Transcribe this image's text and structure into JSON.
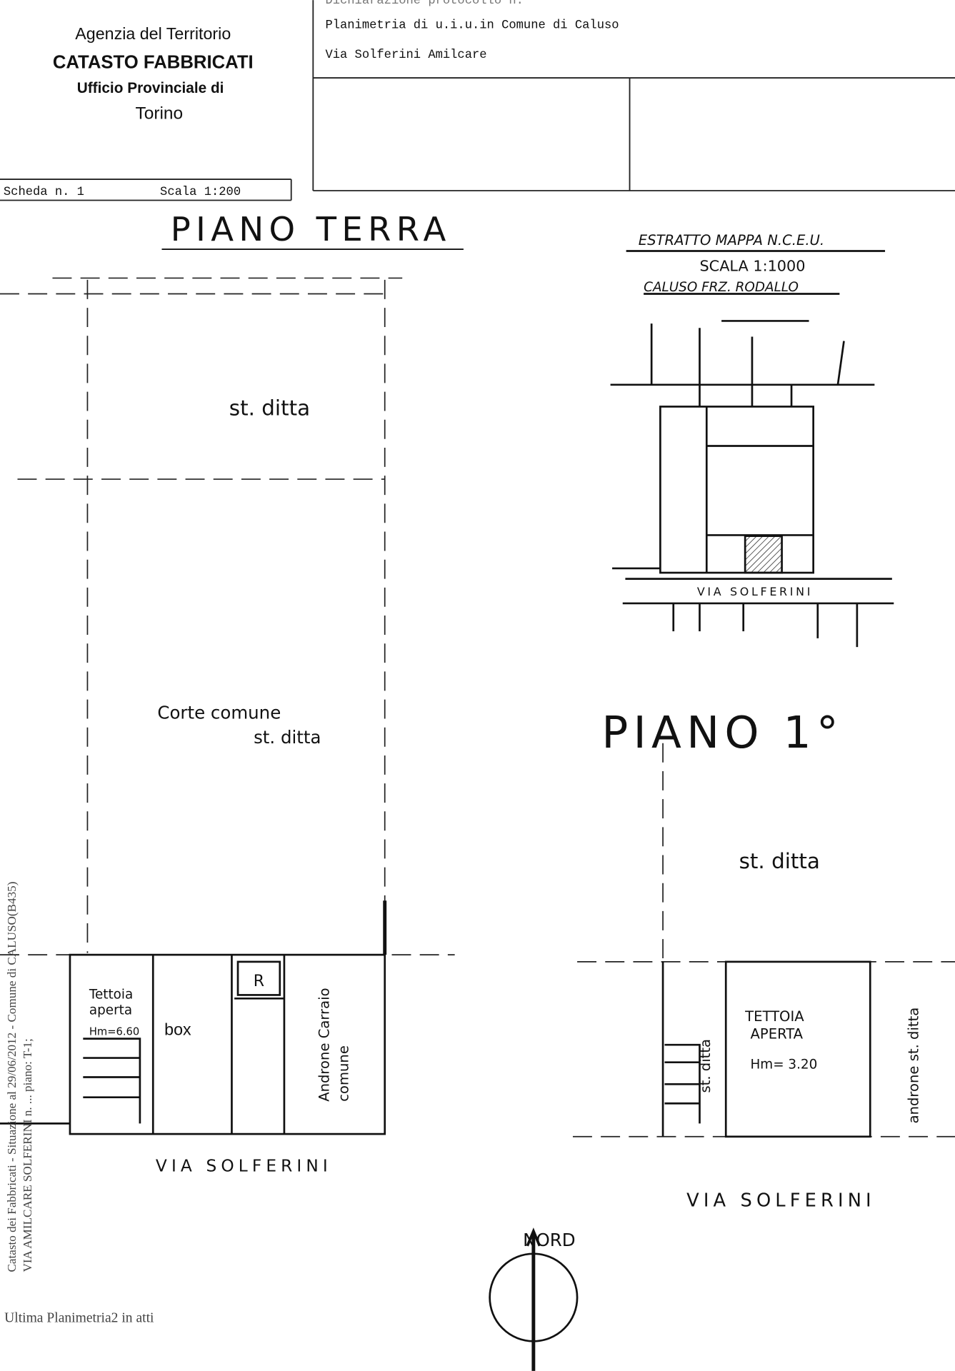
{
  "header": {
    "agency": "Agenzia del Territorio",
    "office_type": "CATASTO FABBRICATI",
    "office": "Ufficio Provinciale di",
    "city": "Torino",
    "line1": "Dichiarazione protocollo n.",
    "line2": "Planimetria di u.i.u.in Comune di Caluso",
    "line3": "Via Solferini Amilcare",
    "sheet": "Scheda n. 1",
    "scale": "Scala 1:200"
  },
  "ground_floor": {
    "title": "PIANO TERRA",
    "label_top": "st. ditta",
    "courtyard_1": "Corte comune",
    "courtyard_2": "st. ditta",
    "shed_1": "Tettoia",
    "shed_2": "aperta",
    "shed_height": "Hm=6.60",
    "box": "box",
    "r_mark": "R",
    "passage_1": "Androne Carraio",
    "passage_2": "comune",
    "street": "VIA SOLFERINI"
  },
  "map_extract": {
    "title": "ESTRATTO MAPPA N.C.E.U.",
    "scale": "SCALA 1:1000",
    "location": "CALUSO FRZ. RODALLO",
    "street": "VIA SOLFERINI"
  },
  "first_floor": {
    "title": "PIANO 1°",
    "label_top": "st. ditta",
    "shed_1": "TETTOIA",
    "shed_2": "APERTA",
    "shed_height": "Hm= 3.20",
    "side_label": "st. ditta",
    "passage": "androne st. ditta",
    "street": "VIA SOLFERINI"
  },
  "north": "NORD",
  "margin_text_1": "Catasto dei Fabbricati - Situazione al 29/06/2012 - Comune di CALUSO(B435)",
  "margin_text_2": "VIA AMILCARE SOLFERINI n. ... piano: T-1;",
  "footer": "Ultima Planimetria2 in atti"
}
